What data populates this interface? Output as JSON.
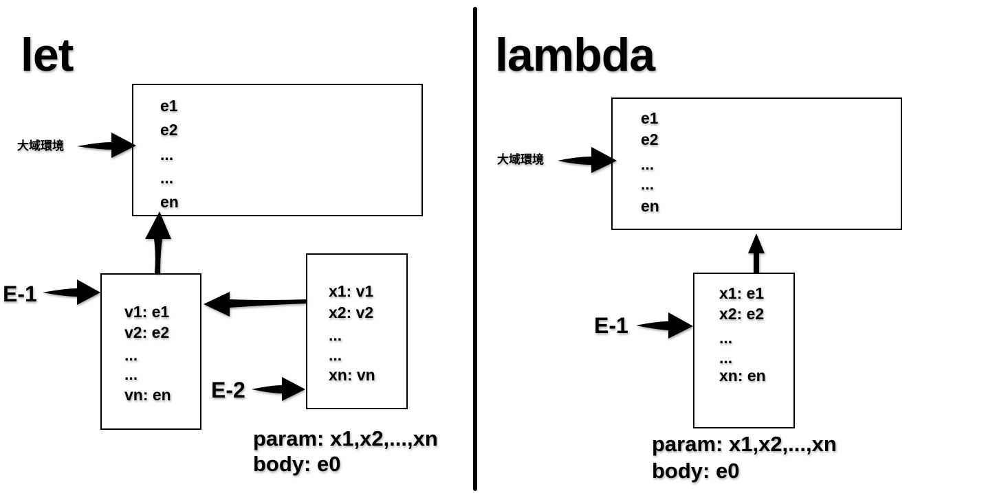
{
  "let": {
    "title": "let",
    "global_label": "大域環境",
    "global_box": [
      "e1",
      "e2",
      "...",
      "...",
      "en"
    ],
    "e1_label": "E-1",
    "e1_box": [
      "v1: e1",
      "v2: e2",
      "...",
      "...",
      "vn: en"
    ],
    "e2_label": "E-2",
    "e2_box": [
      "x1: v1",
      "x2: v2",
      "...",
      "...",
      "xn: vn"
    ],
    "param": "param: x1,x2,...,xn",
    "body": "body: e0"
  },
  "lambda": {
    "title": "lambda",
    "global_label": "大域環境",
    "global_box": [
      "e1",
      "e2",
      "...",
      "...",
      "en"
    ],
    "e1_label": "E-1",
    "e1_box": [
      "x1: e1",
      "x2: e2",
      "...",
      "...",
      "xn: en"
    ],
    "param": "param: x1,x2,...,xn",
    "body": "body: e0"
  }
}
